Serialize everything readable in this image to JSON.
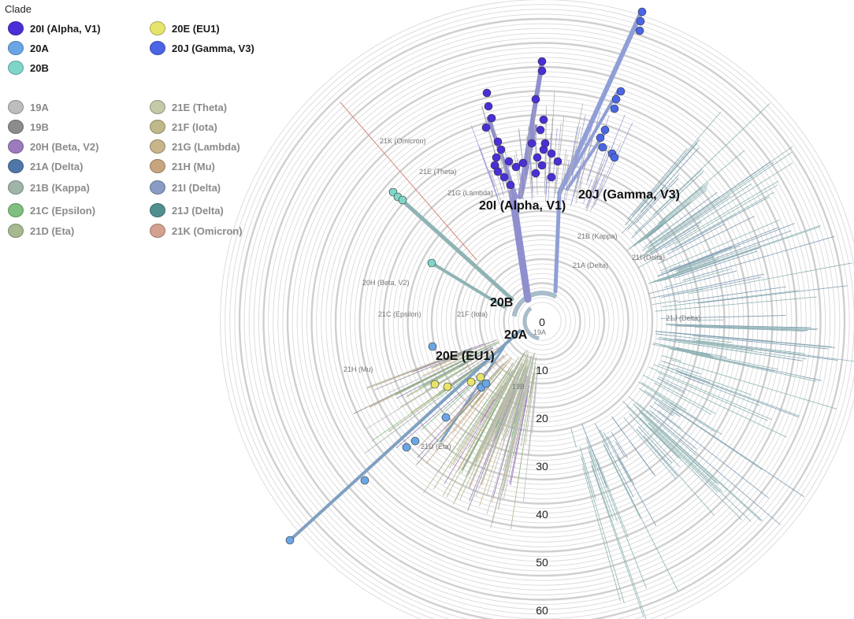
{
  "legend": {
    "title": "Clade",
    "highlighted": [
      {
        "label": "20I (Alpha, V1)",
        "color": "#4a2fd6"
      },
      {
        "label": "20A",
        "color": "#6aa6e6"
      },
      {
        "label": "20B",
        "color": "#7fd6c8"
      },
      {
        "label": "20E (EU1)",
        "color": "#e6e46a"
      },
      {
        "label": "20J (Gamma, V3)",
        "color": "#4a66e6"
      }
    ],
    "background": [
      {
        "label": "19A",
        "color": "#bdbdbd"
      },
      {
        "label": "19B",
        "color": "#8c8c8c"
      },
      {
        "label": "20H (Beta, V2)",
        "color": "#9b7bbd"
      },
      {
        "label": "21A (Delta)",
        "color": "#4f77a8"
      },
      {
        "label": "21B (Kappa)",
        "color": "#9fb5a8"
      },
      {
        "label": "21C (Epsilon)",
        "color": "#7fbf7f"
      },
      {
        "label": "21D (Eta)",
        "color": "#a8b890"
      },
      {
        "label": "21E (Theta)",
        "color": "#c4c9a8"
      },
      {
        "label": "21F (Iota)",
        "color": "#bfb98a"
      },
      {
        "label": "21G (Lambda)",
        "color": "#c9b58a"
      },
      {
        "label": "21H (Mu)",
        "color": "#c9a57f"
      },
      {
        "label": "21I (Delta)",
        "color": "#8a9cc4"
      },
      {
        "label": "21J (Delta)",
        "color": "#4f8f8f"
      },
      {
        "label": "21K (Omicron)",
        "color": "#d4a090"
      }
    ]
  },
  "axis": {
    "ticks": [
      "0",
      "10",
      "20",
      "30",
      "40",
      "50",
      "60"
    ]
  },
  "clade_labels": {
    "major": [
      "20I (Alpha, V1)",
      "20J (Gamma, V3)",
      "20B",
      "20A",
      "20E (EU1)"
    ],
    "minor": [
      "21K (Omicron)",
      "21E (Theta)",
      "21G (Lambda)",
      "21B (Kappa)",
      "21I (Delta)",
      "21A (Delta)",
      "21J (Delta)",
      "20H (Beta, V2)",
      "21C (Epsilon)",
      "21F (Iota)",
      "19A",
      "21H (Mu)",
      "19B",
      "21D (Eta)"
    ]
  },
  "colors": {
    "ring": "#d9d9d9",
    "ring_major": "#cfcfcf",
    "alpha_branch": "#8f8fcf",
    "gamma_branch": "#8f9fd6",
    "trunk": "#a9bcc9",
    "delta_branch": "#7f9bb3",
    "delta_tips": "#8fb3b3",
    "twenty_a_branch": "#7fa0c0"
  }
}
